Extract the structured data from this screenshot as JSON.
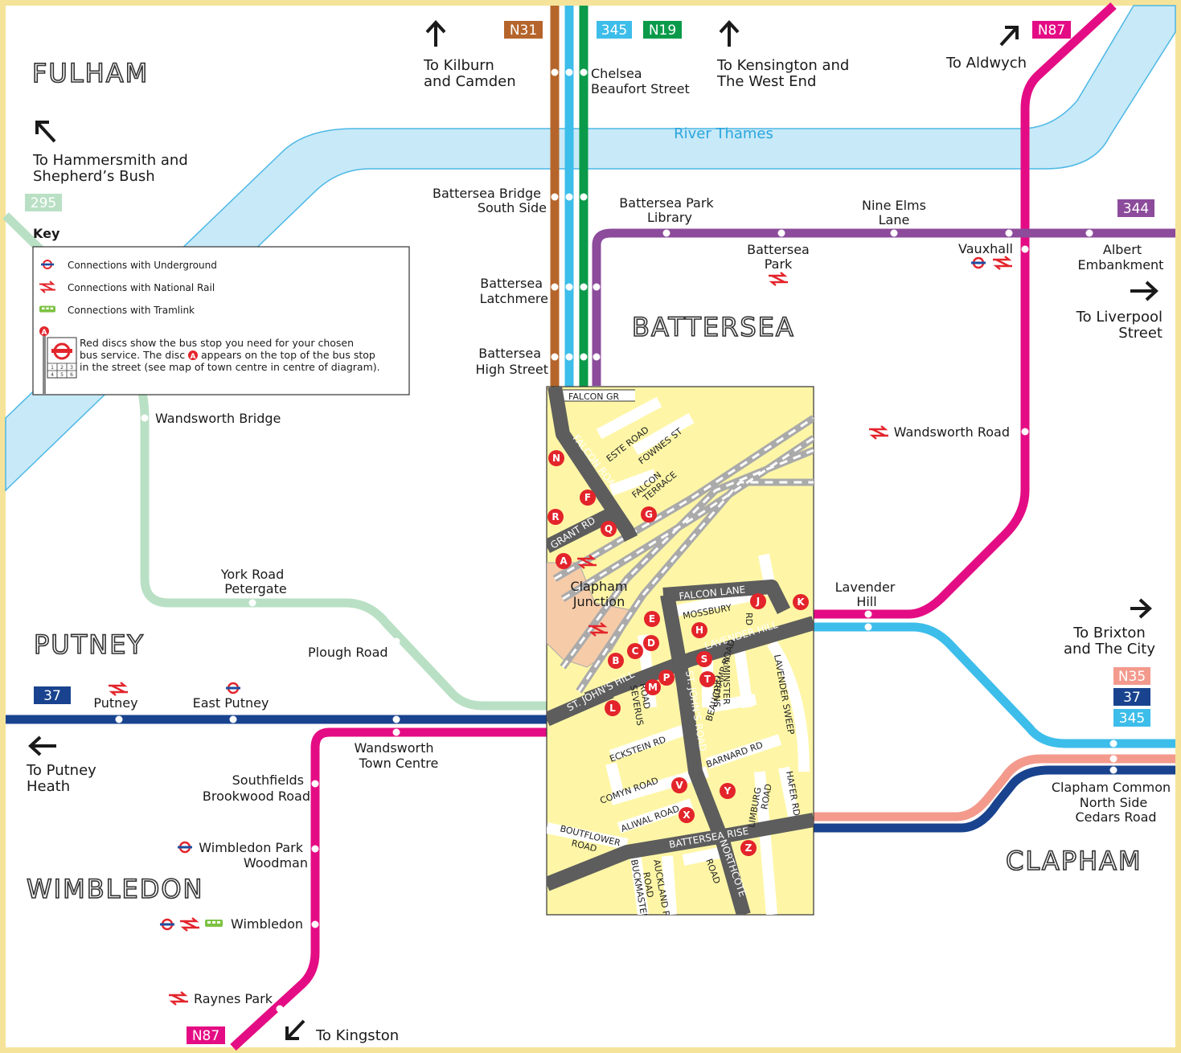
{
  "colors": {
    "border": "#f6e39a",
    "river": "#c8e9f7",
    "centre_fill": "#fef6a6",
    "station_fill": "#f6cba8",
    "road": "#5d5d5d",
    "route_N31": "#b5652b",
    "route_345": "#3dbdea",
    "route_N19": "#0a9a4a",
    "route_N87": "#e40c84",
    "route_344": "#8c4b9b",
    "route_295": "#b9e0c4",
    "route_37": "#19438e",
    "route_N35": "#f39a8d",
    "stop_red": "#e3242b",
    "rail_red": "#e3242b",
    "underground_blue": "#1e4ea0"
  },
  "districts": {
    "fulham": "FULHAM",
    "battersea": "BATTERSEA",
    "putney": "PUTNEY",
    "clapham": "CLAPHAM",
    "wimbledon": "WIMBLEDON"
  },
  "river": {
    "label": "River Thames"
  },
  "routes": {
    "n31": "N31",
    "r345_top": "345",
    "n19": "N19",
    "n87_top": "N87",
    "r344": "344",
    "r295": "295",
    "r37_left": "37",
    "n35": "N35",
    "r37_right": "37",
    "r345_right": "345",
    "n87_bottom": "N87"
  },
  "directions": {
    "kilburn": [
      "To Kilburn",
      "and Camden"
    ],
    "kensington": [
      "To Kensington and",
      "The West End"
    ],
    "aldwych": [
      "To Aldwych"
    ],
    "hammersmith": [
      "To Hammersmith and",
      "Shepherd’s Bush"
    ],
    "liverpool": [
      "To Liverpool",
      "Street"
    ],
    "brixton": [
      "To Brixton",
      "and The City"
    ],
    "putney_heath": [
      "To Putney",
      "Heath"
    ],
    "kingston": [
      "To Kingston"
    ]
  },
  "stops": {
    "chelsea": [
      "Chelsea",
      "Beaufort Street"
    ],
    "bridge_south": [
      "Battersea Bridge",
      "South Side"
    ],
    "latchmere": [
      "Battersea",
      "Latchmere"
    ],
    "high_street": [
      "Battersea",
      "High Street"
    ],
    "park_library": [
      "Battersea Park",
      "Library"
    ],
    "battersea_park": [
      "Battersea",
      "Park"
    ],
    "nine_elms": [
      "Nine Elms",
      "Lane"
    ],
    "vauxhall": [
      "Vauxhall"
    ],
    "albert": [
      "Albert",
      "Embankment"
    ],
    "wandsworth_road": [
      "Wandsworth Road"
    ],
    "lavender_hill": [
      "Lavender",
      "Hill"
    ],
    "wandsworth_bridge": [
      "Wandsworth Bridge"
    ],
    "york_road": [
      "York Road",
      "Petergate"
    ],
    "plough_road": [
      "Plough Road"
    ],
    "putney": [
      "Putney"
    ],
    "east_putney": [
      "East Putney"
    ],
    "wandsworth_tc": [
      "Wandsworth",
      "Town Centre"
    ],
    "southfields": [
      "Southfields",
      "Brookwood Road"
    ],
    "wimbledon_park": [
      "Wimbledon Park",
      "Woodman"
    ],
    "wimbledon": [
      "Wimbledon"
    ],
    "raynes_park": [
      "Raynes Park"
    ],
    "clapham_common": [
      "Clapham Common",
      "North Side",
      "Cedars Road"
    ]
  },
  "key": {
    "title": "Key",
    "underground": "Connections with Underground",
    "rail": "Connections with National Rail",
    "tram": "Connections with Tramlink",
    "note": [
      "Red discs show the bus stop you need for your chosen",
      "bus service. The disc",
      "appears on the top of the bus stop",
      "in the street (see map of town centre in centre of diagram)."
    ],
    "disc_letter": "A",
    "grid": [
      "1",
      "2",
      "3",
      "4",
      "5",
      "6"
    ]
  },
  "centre": {
    "roads": {
      "falcon_gr": "FALCON GR",
      "este_road": "ESTE ROAD",
      "fownes_st": "FOWNES ST",
      "falcon_road": "FALCON ROAD",
      "falcon_terrace": [
        "FALCON",
        "TERRACE"
      ],
      "grant_rd": "GRANT RD",
      "falcon_lane": "FALCON LANE",
      "mossbury_rd": [
        "MOSSBURY",
        "RD"
      ],
      "lavender_hill": "LAVENDER HILL",
      "st_johns_hill": "ST. JOHN'S HILL",
      "severus_road": [
        "SEVERUS",
        "ROAD"
      ],
      "st_johns_road": "ST. JOHN'S ROAD",
      "ilminster_grdns": [
        "ILMINSTER",
        "GRDNS"
      ],
      "beauchamp_road": "BEAUCHAMP ROAD",
      "lavender_sweep": "LAVENDER SWEEP",
      "eckstein_rd": "ECKSTEIN RD",
      "barnard_rd": "BARNARD RD",
      "comyn_road": "COMYN ROAD",
      "limburg_road": [
        "LIMBURG",
        "ROAD"
      ],
      "hafer_rd": "HAFER RD",
      "aliwal_road": "ALIWAL ROAD",
      "boutflower_road": [
        "BOUTFLOWER",
        "ROAD"
      ],
      "battersea_rise": "BATTERSEA RISE",
      "northcote_road": [
        "NORTHCOTE",
        "ROAD"
      ],
      "buckmaster_road": [
        "BUCKMASTER",
        "ROAD"
      ],
      "auckland_rd": "AUCKLAND RD"
    },
    "station": [
      "Clapham",
      "Junction"
    ],
    "discs": [
      "N",
      "F",
      "R",
      "G",
      "Q",
      "A",
      "J",
      "K",
      "E",
      "H",
      "C",
      "D",
      "B",
      "S",
      "M",
      "P",
      "T",
      "L",
      "V",
      "Y",
      "X",
      "Z"
    ]
  }
}
